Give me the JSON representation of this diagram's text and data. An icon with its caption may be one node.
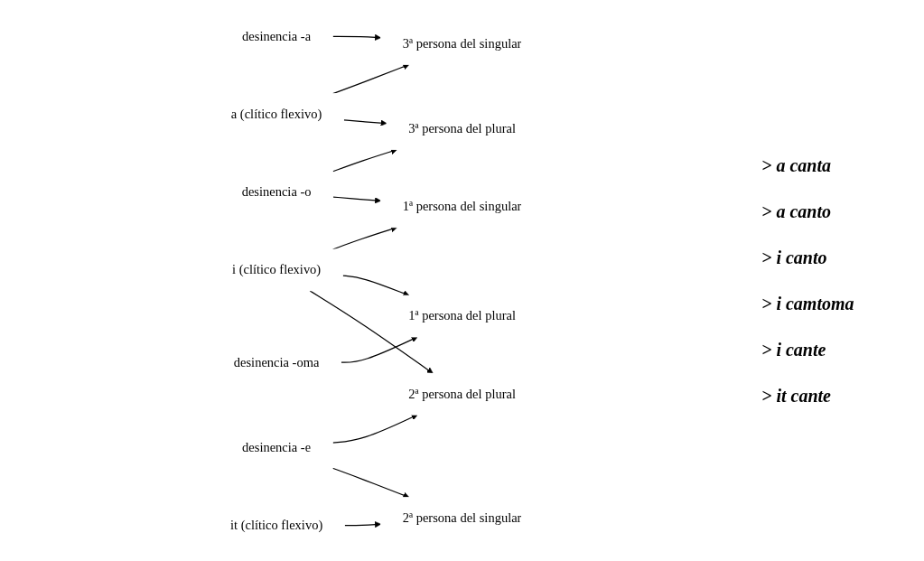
{
  "diagram": {
    "nodes": [
      {
        "text": [
          "3ª persona del singular"
        ]
      },
      {
        "text": [
          "desinencia -a"
        ]
      },
      {
        "text": [
          "a (clítico flexivo)"
        ]
      },
      {
        "text": [
          "3ª persona del plural"
        ]
      },
      {
        "text": [
          "desinencia -o"
        ]
      },
      {
        "text": [
          "1ª persona del singular"
        ]
      },
      {
        "text": [
          "i (clítico flexivo)"
        ]
      },
      {
        "text": [
          "1ª persona del plural"
        ]
      },
      {
        "text": [
          "desinencia -oma"
        ]
      },
      {
        "text": [
          "2ª persona del plural"
        ]
      },
      {
        "text": [
          "desinencia -e"
        ]
      },
      {
        "text": [
          "it (clítico flexivo)"
        ]
      },
      {
        "text": [
          "2ª persona del singular"
        ]
      }
    ],
    "edges": [
      {
        "from": 2,
        "to": 0,
        "arrow": "to"
      },
      {
        "from": 1,
        "to": 0,
        "arrow": "to"
      },
      {
        "from": 2,
        "to": 3,
        "arrow": "to"
      },
      {
        "from": 4,
        "to": 3,
        "arrow": "to"
      },
      {
        "from": 4,
        "to": 5,
        "arrow": "to"
      },
      {
        "from": 6,
        "to": 5,
        "arrow": "to"
      },
      {
        "from": 6,
        "to": 7,
        "arrow": "to"
      },
      {
        "from": 8,
        "to": 7,
        "arrow": "to"
      },
      {
        "from": 6,
        "to": 9,
        "arrow": "to"
      },
      {
        "from": 10,
        "to": 9,
        "arrow": "to"
      },
      {
        "from": 10,
        "to": 12,
        "arrow": "to"
      },
      {
        "from": 11,
        "to": 12,
        "arrow": "to"
      }
    ],
    "labels": [
      "> a canta",
      "> a canto",
      "> i canto",
      "> i camtoma",
      "> i cante",
      "> it cante"
    ]
  }
}
